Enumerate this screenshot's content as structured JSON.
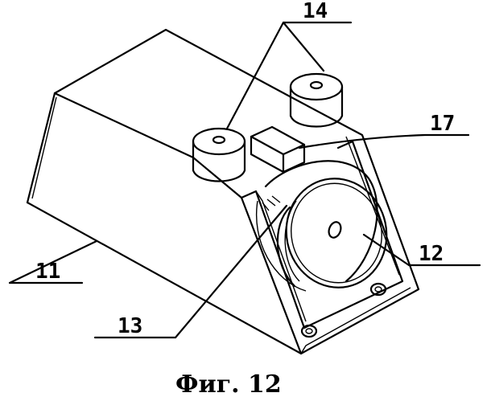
{
  "labels": {
    "part_11": "11",
    "part_12": "12",
    "part_13": "13",
    "part_14": "14",
    "part_17": "17"
  },
  "caption": "Фиг. 12",
  "colors": {
    "ink": "#000000",
    "paper": "#ffffff"
  }
}
